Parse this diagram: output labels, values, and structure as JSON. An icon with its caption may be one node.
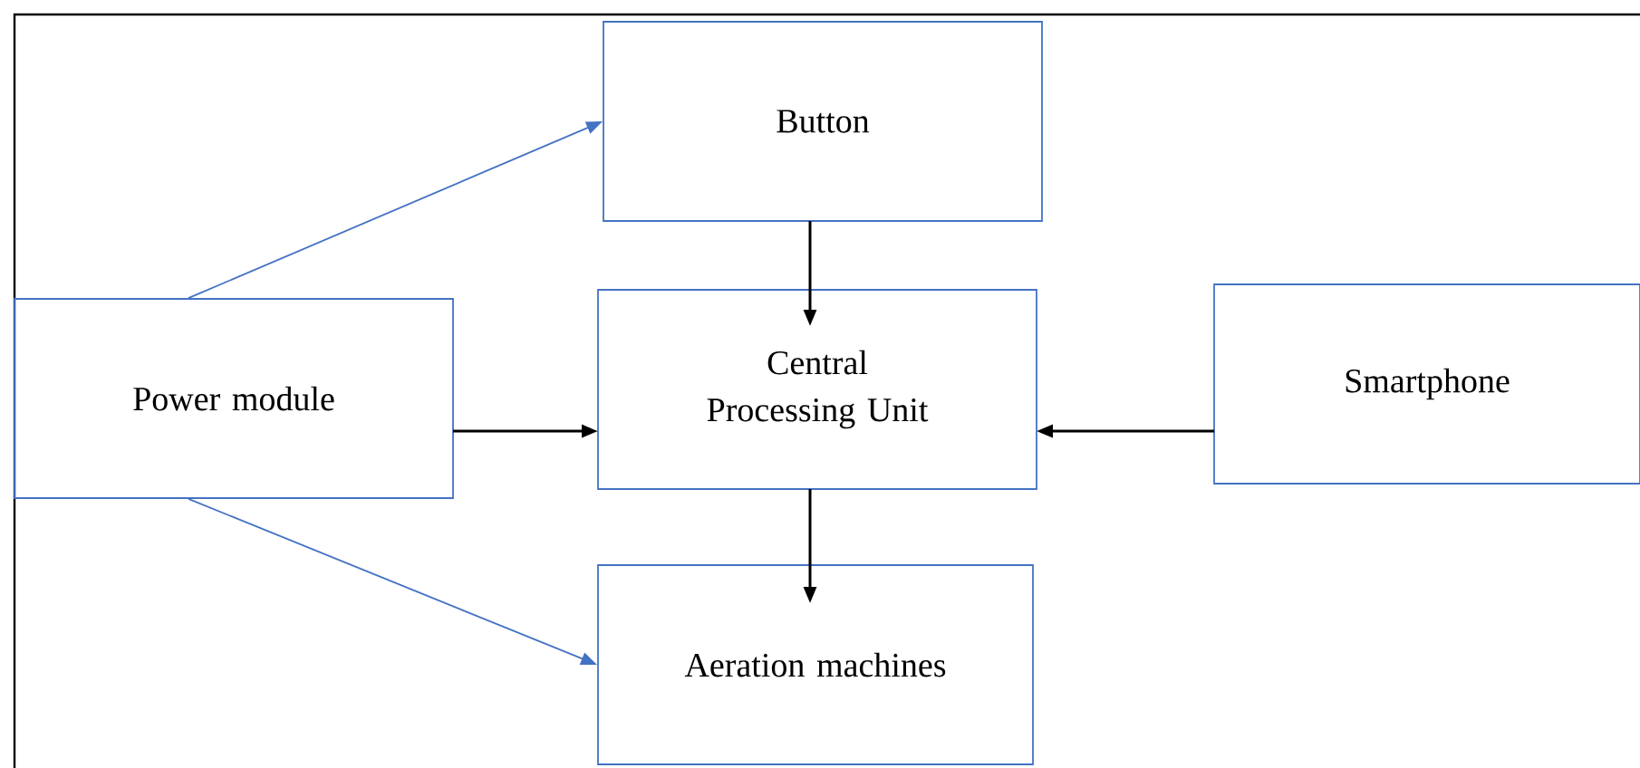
{
  "diagram": {
    "nodes": [
      {
        "text": [
          "Power module"
        ]
      },
      {
        "text": [
          "Button"
        ]
      },
      {
        "text": [
          "Central Processing Unit"
        ]
      },
      {
        "text": [
          "Smartphone"
        ]
      },
      {
        "text": [
          "Aeration machines"
        ]
      }
    ],
    "edges": [
      {
        "from": 0,
        "to": 1,
        "arrow": "to",
        "color": "#4472c4"
      },
      {
        "from": 0,
        "to": 2,
        "arrow": "to"
      },
      {
        "from": 1,
        "to": 2,
        "arrow": "to"
      },
      {
        "from": 3,
        "to": 2,
        "arrow": "to"
      },
      {
        "from": 2,
        "to": 4,
        "arrow": "to"
      },
      {
        "from": 0,
        "to": 4,
        "arrow": "to",
        "color": "#4472c4"
      }
    ]
  }
}
